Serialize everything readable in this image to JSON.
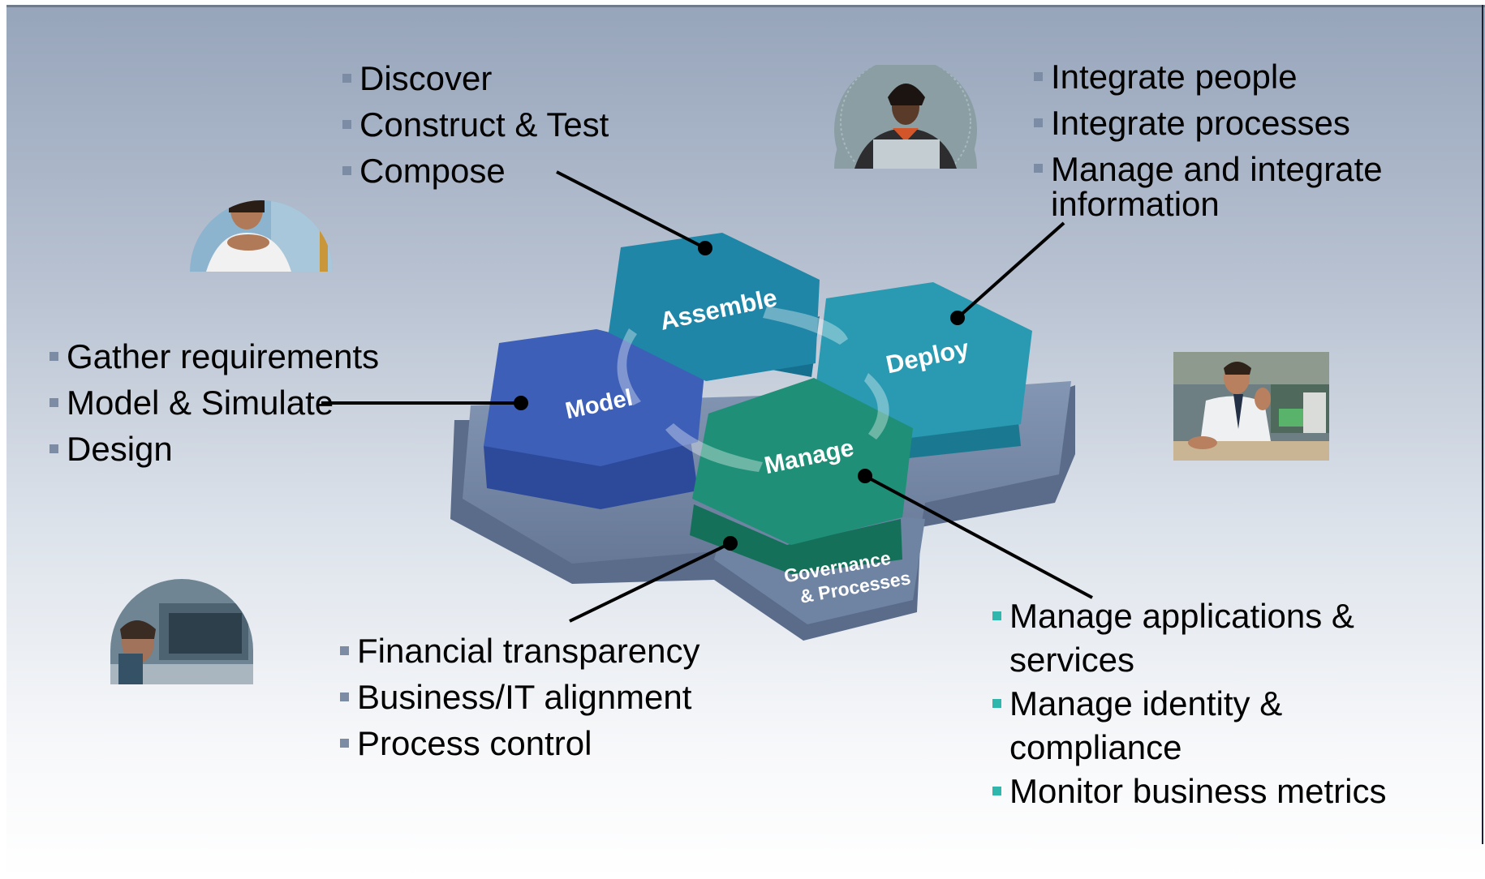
{
  "lists": {
    "assemble": [
      "Discover",
      "Construct & Test",
      "Compose"
    ],
    "deploy": [
      "Integrate people",
      "Integrate processes",
      "Manage and integrate",
      "information"
    ],
    "model": [
      "Gather requirements",
      "Model & Simulate",
      "Design"
    ],
    "governance": [
      "Financial transparency",
      "Business/IT alignment",
      "Process control"
    ],
    "manage": [
      {
        "line1": "Manage applications &",
        "line2": "services"
      },
      {
        "line1": "Manage identity &",
        "line2": "compliance"
      },
      {
        "line1": "Monitor business metrics",
        "line2": ""
      }
    ]
  },
  "hexagons": {
    "assemble": "Assemble",
    "deploy": "Deploy",
    "model": "Model",
    "manage": "Manage",
    "governance_line1": "Governance",
    "governance_line2": "& Processes"
  },
  "colors": {
    "assemble": "#1f86a8",
    "deploy": "#2a9ab2",
    "model": "#3d5fb8",
    "manage": "#1f9077",
    "base": "#6c7f9c",
    "bullet": "#7d8ca5",
    "bullet_manage": "#2fb7ae"
  },
  "photos": [
    "woman-photo",
    "man-laptop-photo",
    "man-desk-photo",
    "man-thinking-photo"
  ]
}
